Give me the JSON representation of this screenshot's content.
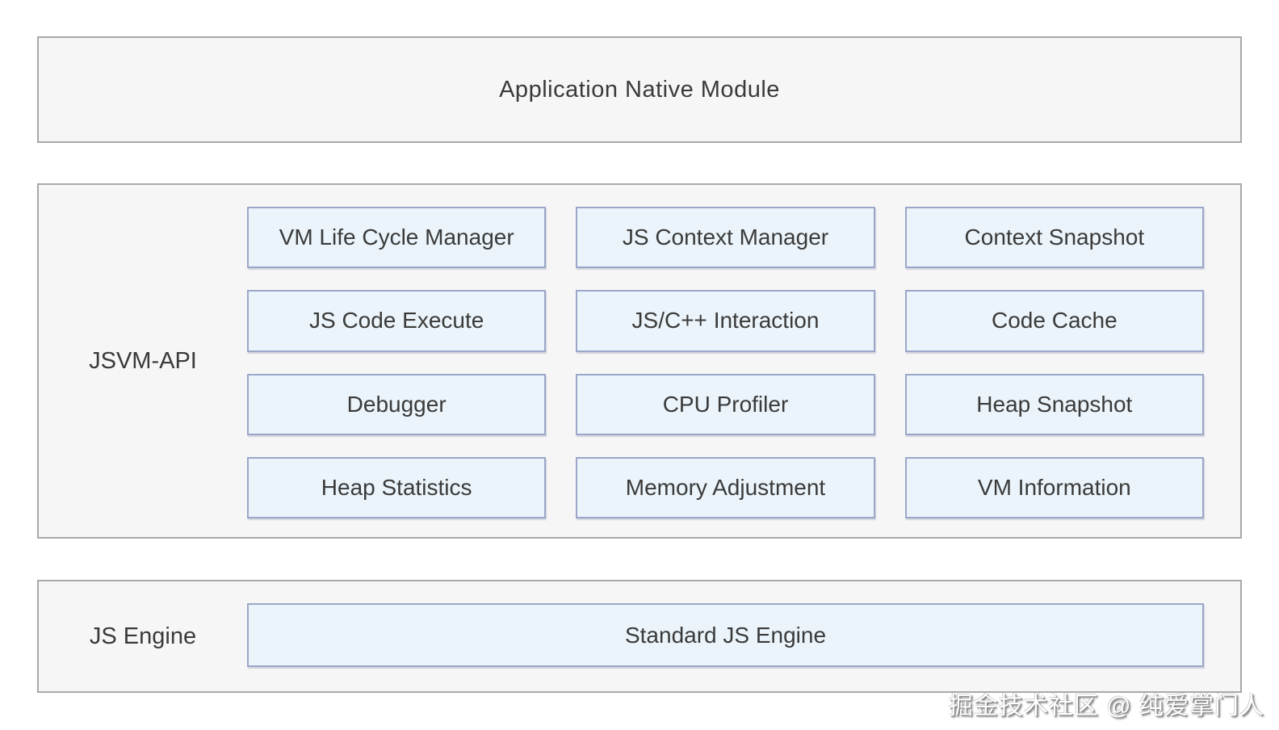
{
  "top_box": {
    "label": "Application Native Module"
  },
  "jsvm_panel": {
    "label": "JSVM-API",
    "cells": [
      "VM Life Cycle Manager",
      "JS Context Manager",
      "Context Snapshot",
      "JS Code Execute",
      "JS/C++ Interaction",
      "Code Cache",
      "Debugger",
      "CPU Profiler",
      "Heap Snapshot",
      "Heap Statistics",
      "Memory Adjustment",
      "VM Information"
    ]
  },
  "engine_panel": {
    "label": "JS Engine",
    "box_label": "Standard JS Engine"
  },
  "watermark": {
    "text": "掘金技术社区 @ 纯爱掌门人"
  },
  "colors": {
    "panel_bg": "#f6f6f7",
    "panel_border": "#a9a9a9",
    "box_bg": "#ebf4fa",
    "box_border": "#9ba7c9",
    "text": "#3a3a3a",
    "watermark_text": "#ffffff"
  }
}
